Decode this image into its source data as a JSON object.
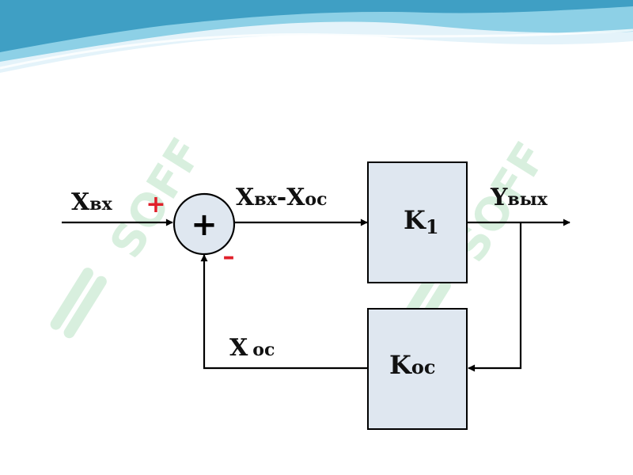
{
  "header": {
    "colors": {
      "light": "#e4f3fa",
      "mid": "#8dd0e6",
      "dark": "#3f9fc4"
    }
  },
  "watermark": {
    "text": "SOFF",
    "color": "#b9e3c4"
  },
  "diagram": {
    "input": {
      "main": "X",
      "sub": "вх"
    },
    "plus_sign": "+",
    "minus_sign": "–",
    "summer_symbol": "+",
    "error": {
      "main1": "X",
      "sub1": "вх",
      "dash": "-",
      "main2": "X",
      "sub2": "ос"
    },
    "forward_block": {
      "main": "K",
      "sub": "1"
    },
    "output": {
      "main": "Y",
      "sub": "вых"
    },
    "feedback_block": {
      "main": "K",
      "sub": "ос"
    },
    "feedback_signal": {
      "main": "X",
      "sub": "ос"
    },
    "colors": {
      "block_fill": "#dfe7f0",
      "sign": "#e0202a",
      "line": "#000000"
    }
  }
}
